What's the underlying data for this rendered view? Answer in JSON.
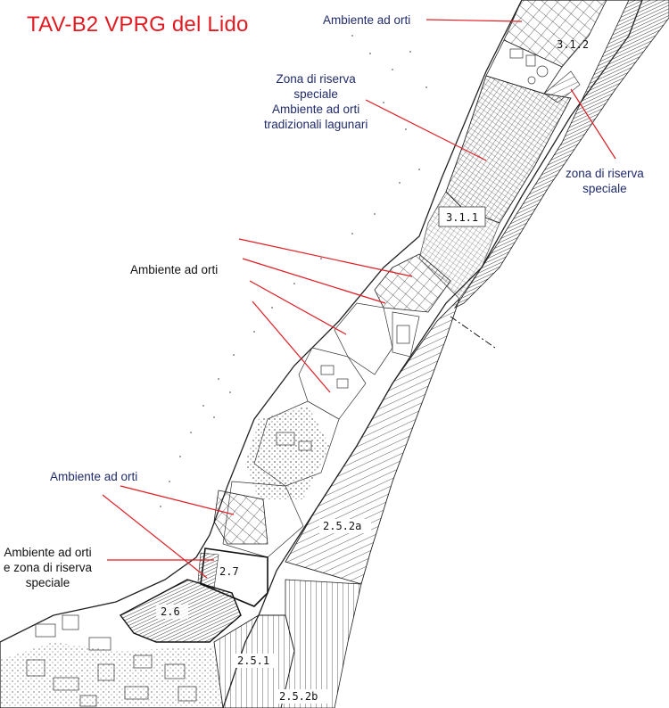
{
  "title": "TAV-B2 VPRG del Lido",
  "colors": {
    "title": "#e11b22",
    "label_navy": "#1f2a6b",
    "label_black": "#111111",
    "leader": "#e11b22"
  },
  "labels": {
    "ambiente_top": "Ambiente ad orti",
    "zona_riserva_block": [
      "Zona di riserva",
      "speciale",
      "Ambiente ad orti",
      "tradizionali lagunari"
    ],
    "zona_riserva_right": [
      "zona di riserva",
      "speciale"
    ],
    "ambiente_mid": "Ambiente ad orti",
    "ambiente_lower": "Ambiente ad orti",
    "ambiente_bottom": [
      "Ambiente ad orti",
      "e zona di riserva",
      "speciale"
    ]
  },
  "zone_codes": {
    "z3_1_2": "3.1.2",
    "z3_1_1": "3.1.1",
    "z2_5_2a": "2.5.2a",
    "z2_7": "2.7",
    "z2_6": "2.6",
    "z2_5_1": "2.5.1",
    "z2_5_2b": "2.5.2b"
  }
}
